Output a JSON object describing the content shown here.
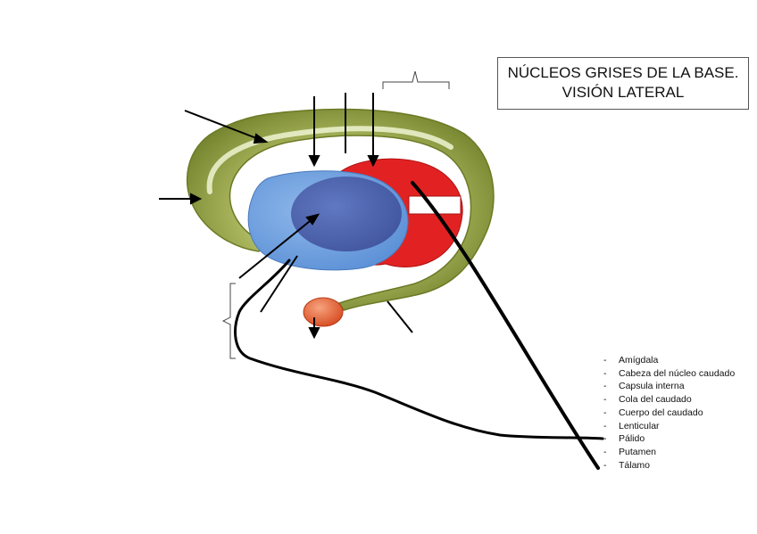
{
  "title": {
    "line1": "NÚCLEOS GRISES DE LA BASE.",
    "line2": "VISIÓN LATERAL"
  },
  "legend": {
    "bullet": "-",
    "items": [
      "Amígdala",
      "Cabeza del núcleo caudado",
      "Capsula interna",
      "Cola del caudado",
      "Cuerpo del caudado",
      "Lenticular",
      "Pálido",
      "Putamen",
      "Tálamo"
    ]
  },
  "colors": {
    "caudate": "#8a9a3a",
    "caudate_highlight": "#e8f0c8",
    "thalamus": "#e02020",
    "putamen_body": "#6c9ddc",
    "pallidum": "#4a5ea8",
    "amygdala": "#e05a2c",
    "arrows": "#000000"
  }
}
